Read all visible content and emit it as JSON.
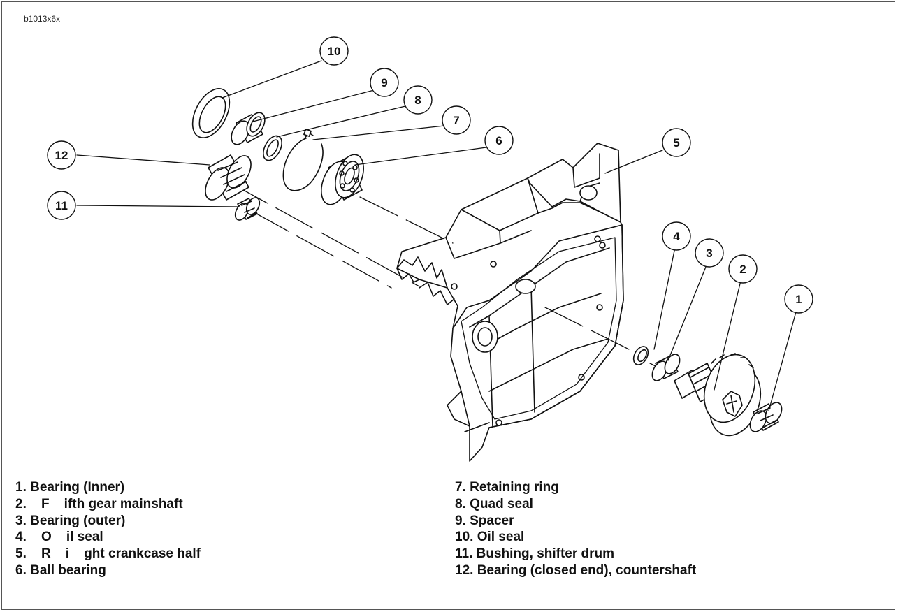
{
  "figure_id": "b1013x6x",
  "callouts": [
    "1",
    "2",
    "3",
    "4",
    "5",
    "6",
    "7",
    "8",
    "9",
    "10",
    "11",
    "12"
  ],
  "legend_left": [
    "1. Bearing (Inner)",
    "2.    F    ifth gear mainshaft",
    "3. Bearing (outer)",
    "4.    O    il seal",
    "5.    R    i    ght crankcase half",
    "6. Ball bearing"
  ],
  "legend_right": [
    "7. Retaining ring",
    "8. Quad seal",
    "9. Spacer",
    "10. Oil seal",
    "11. Bushing, shifter drum",
    "12. Bearing (closed end), countershaft"
  ],
  "colors": {
    "line": "#111111",
    "frame": "#555555",
    "background": "#ffffff"
  }
}
